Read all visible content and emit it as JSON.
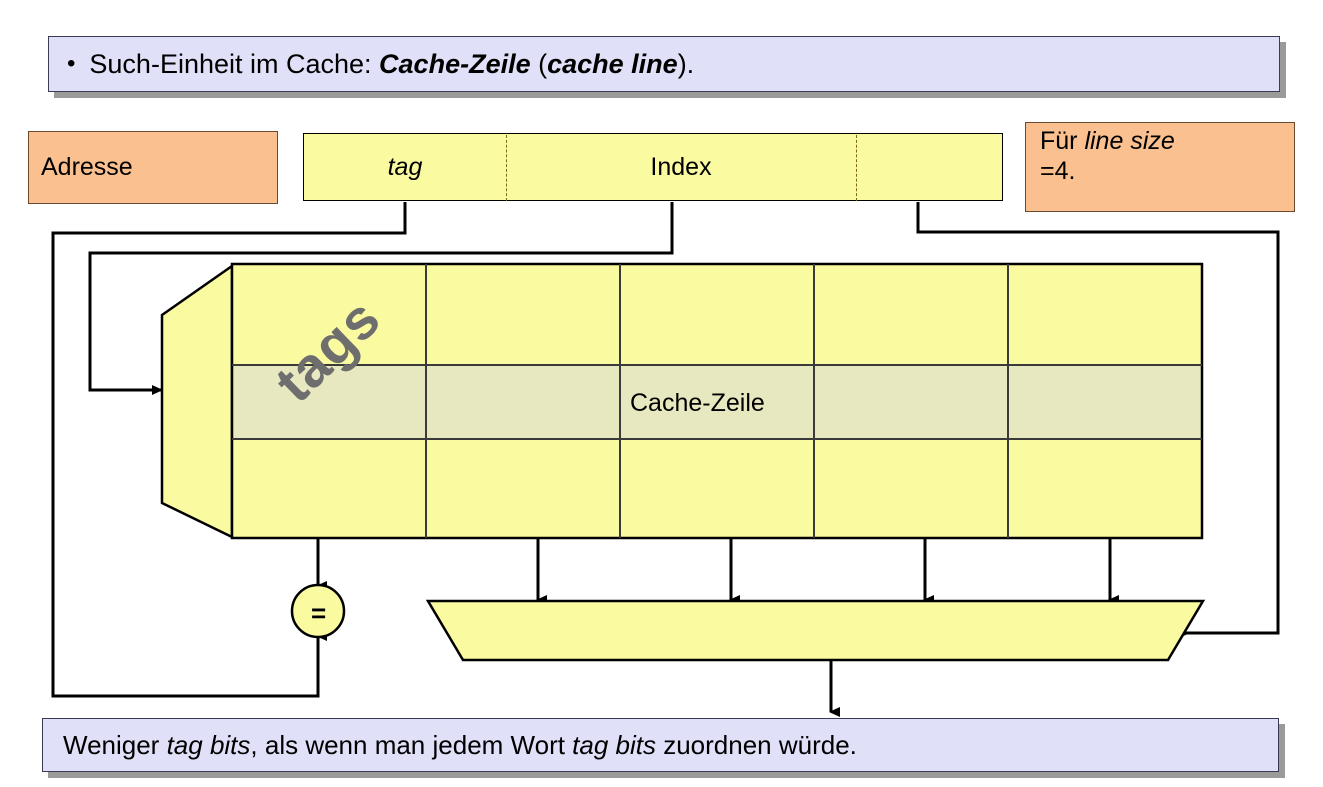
{
  "slide": {
    "title_bullet": {
      "bullet": "•",
      "parts": [
        {
          "text": "Such-Einheit im Cache: ",
          "style": "normal"
        },
        {
          "text": "Cache-Zeile",
          "style": "bold-italic-mixed"
        },
        {
          "text": " (",
          "style": "normal"
        },
        {
          "text": "cache line",
          "style": "bold-italic"
        },
        {
          "text": ").",
          "style": "normal"
        }
      ],
      "plain": "• Such-Einheit im Cache: Cache-Zeile (cache line)."
    },
    "footer": {
      "plain": "Weniger tag bits, als wenn man jedem Wort tag bits zuordnen würde.",
      "parts": [
        {
          "text": "Weniger ",
          "style": "normal"
        },
        {
          "text": "tag bits",
          "style": "italic"
        },
        {
          "text": ", als wenn man jedem Wort ",
          "style": "normal"
        },
        {
          "text": "tag bits",
          "style": "italic"
        },
        {
          "text": " zuordnen würde.",
          "style": "normal"
        }
      ]
    }
  },
  "address": {
    "label": "Adresse",
    "fields": [
      {
        "name": "tag",
        "label": "tag",
        "italic": true
      },
      {
        "name": "index",
        "label": "Index",
        "italic": false
      },
      {
        "name": "offset",
        "label": "",
        "italic": false
      }
    ]
  },
  "note": {
    "line1_prefix": "Für ",
    "line1_italic": "line size",
    "line2": "=4.",
    "plain": "Für line size =4."
  },
  "cache": {
    "tags_label": "tags",
    "cache_line_label": "Cache-Zeile",
    "columns": 5,
    "rows": 3,
    "highlighted_row_index": 1
  },
  "comparator": {
    "symbol": "=",
    "name": "tag-comparator"
  },
  "mux": {
    "name": "word-select-multiplexer",
    "input_count": 4
  },
  "colors": {
    "banner_fill": "#E0E0F8",
    "banner_shadow": "#9A9A9A",
    "orange_fill": "#FAC090",
    "yellow_fill": "#FAFAA0",
    "highlight_fill": "#E8E8C0",
    "line_color": "#000000",
    "tags_text": "#6E6E6E"
  }
}
